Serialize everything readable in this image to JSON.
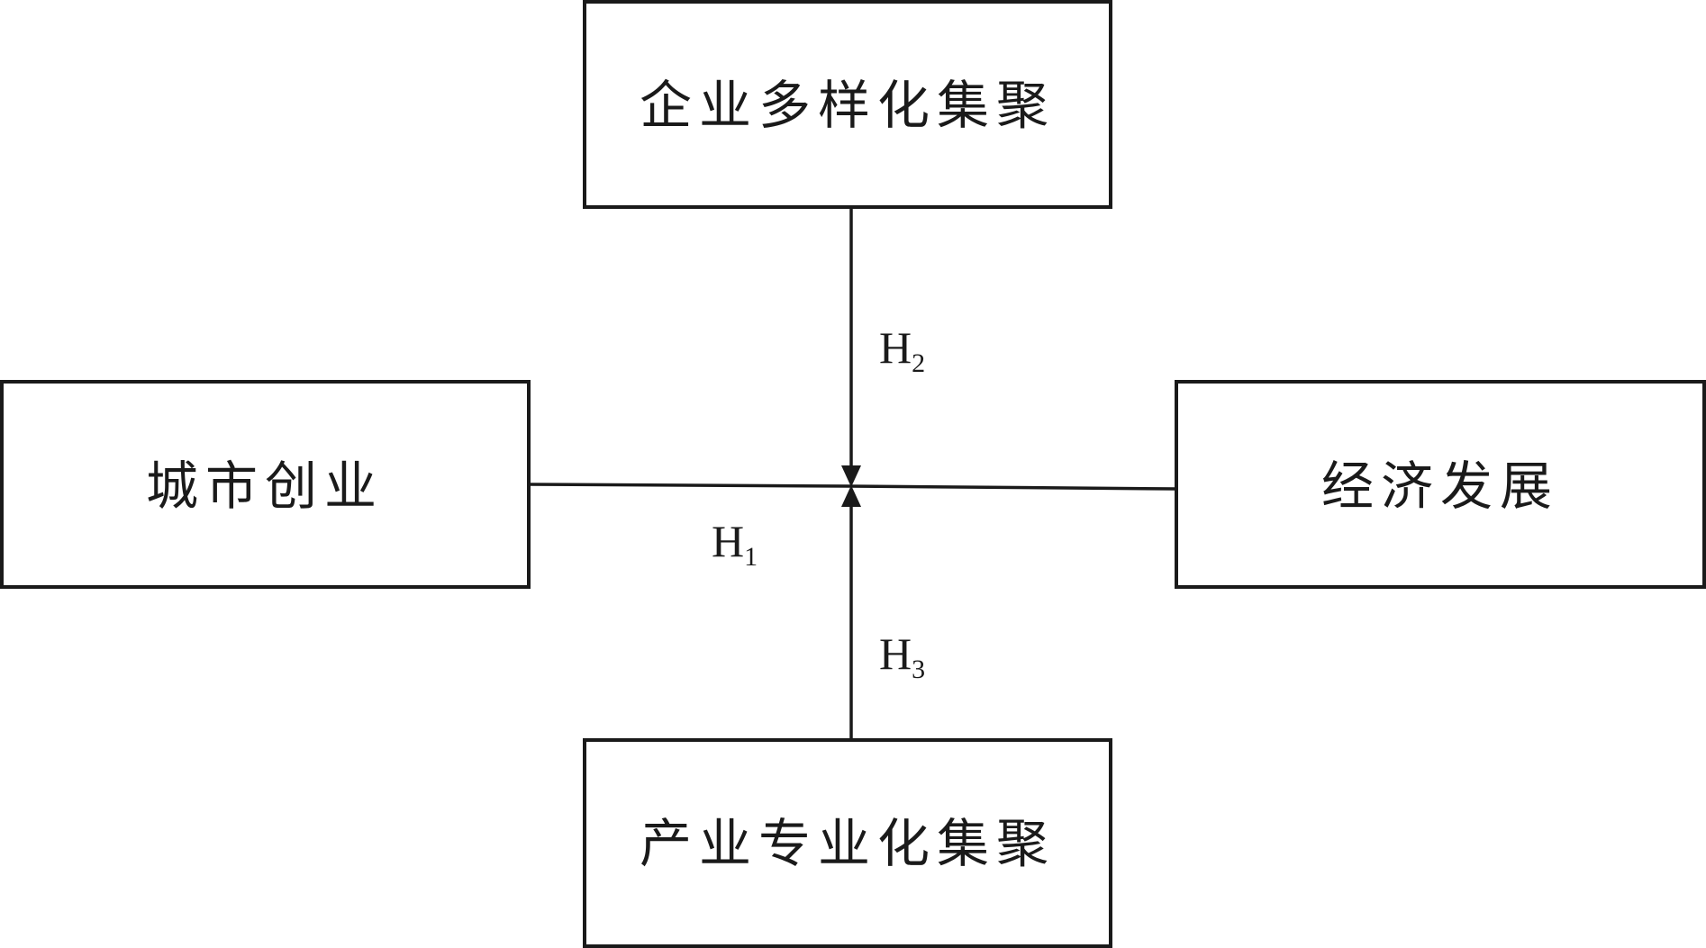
{
  "boxes": {
    "top": {
      "label": "企业多样化集聚"
    },
    "left": {
      "label": "城市创业"
    },
    "right": {
      "label": "经济发展"
    },
    "bottom": {
      "label": "产业专业化集聚"
    }
  },
  "hypotheses": {
    "h1": {
      "letter": "H",
      "sub": "1"
    },
    "h2": {
      "letter": "H",
      "sub": "2"
    },
    "h3": {
      "letter": "H",
      "sub": "3"
    }
  },
  "colors": {
    "stroke": "#1a1a1a",
    "background": "#ffffff"
  }
}
